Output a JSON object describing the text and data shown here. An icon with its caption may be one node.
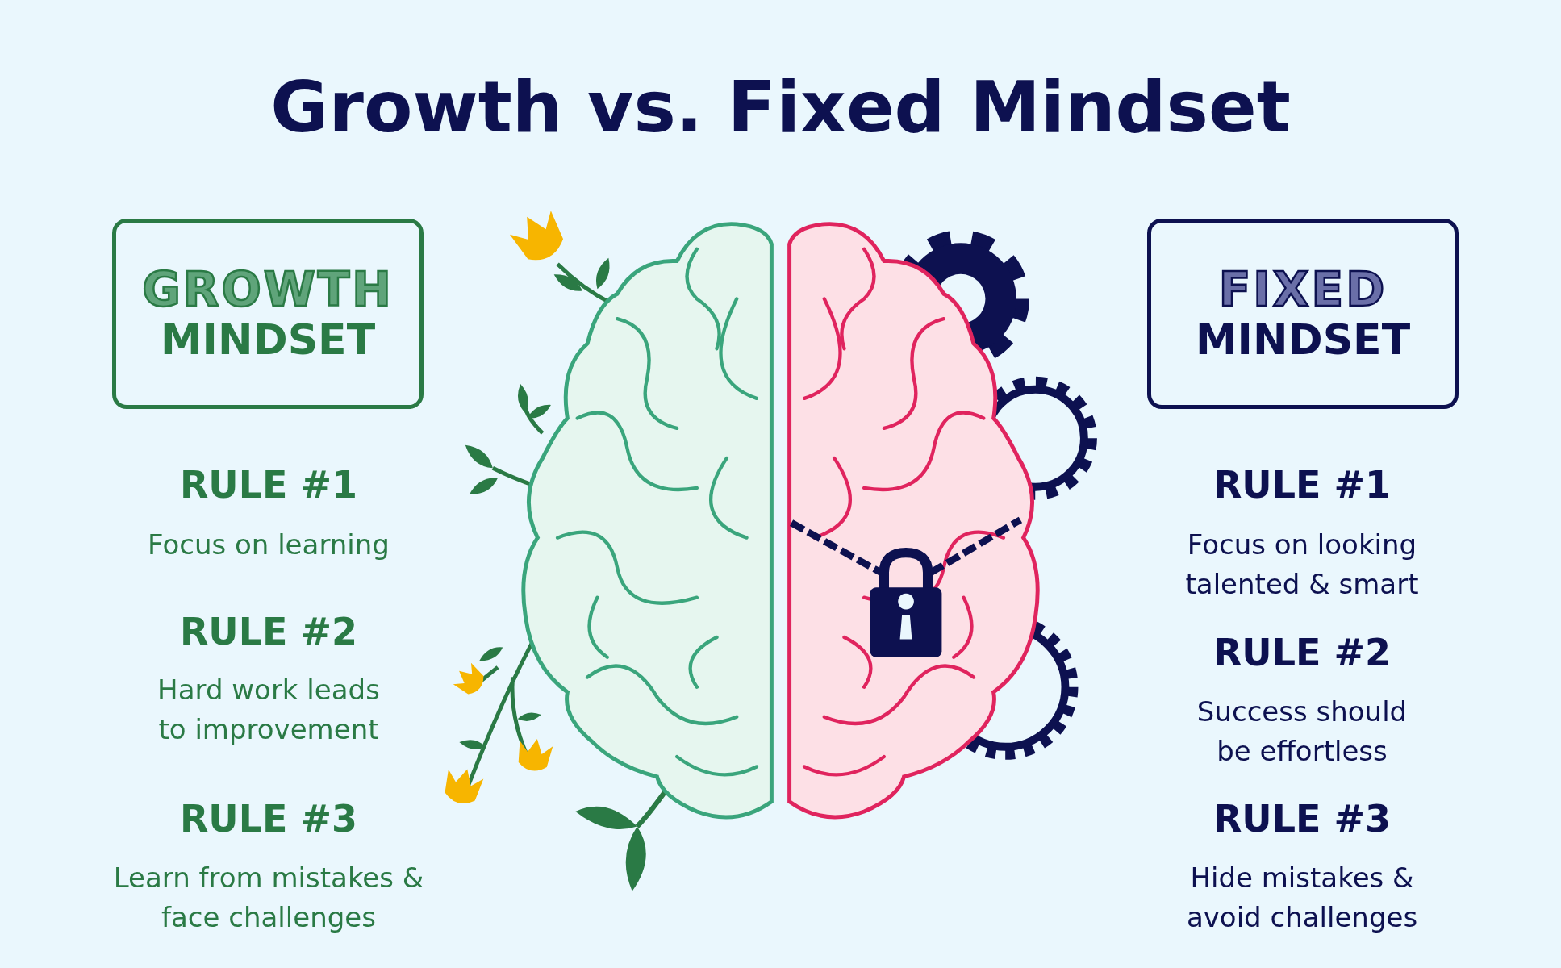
{
  "diagram": {
    "title": "Growth vs. Fixed Mindset",
    "nodes": [
      {
        "text": [
          "GROWTH",
          "MINDSET"
        ]
      },
      {
        "text": [
          "FIXED",
          "MINDSET"
        ]
      }
    ],
    "labels": [
      "RULE #1",
      "Focus on learning",
      "RULE #2",
      "Hard work leads to improvement",
      "RULE #3",
      "Learn from mistakes & face challenges",
      "RULE #1",
      "Focus on looking talented & smart",
      "RULE #2",
      "Success should be effortless",
      "RULE #3",
      "Hide mistakes & avoid challenges"
    ]
  }
}
